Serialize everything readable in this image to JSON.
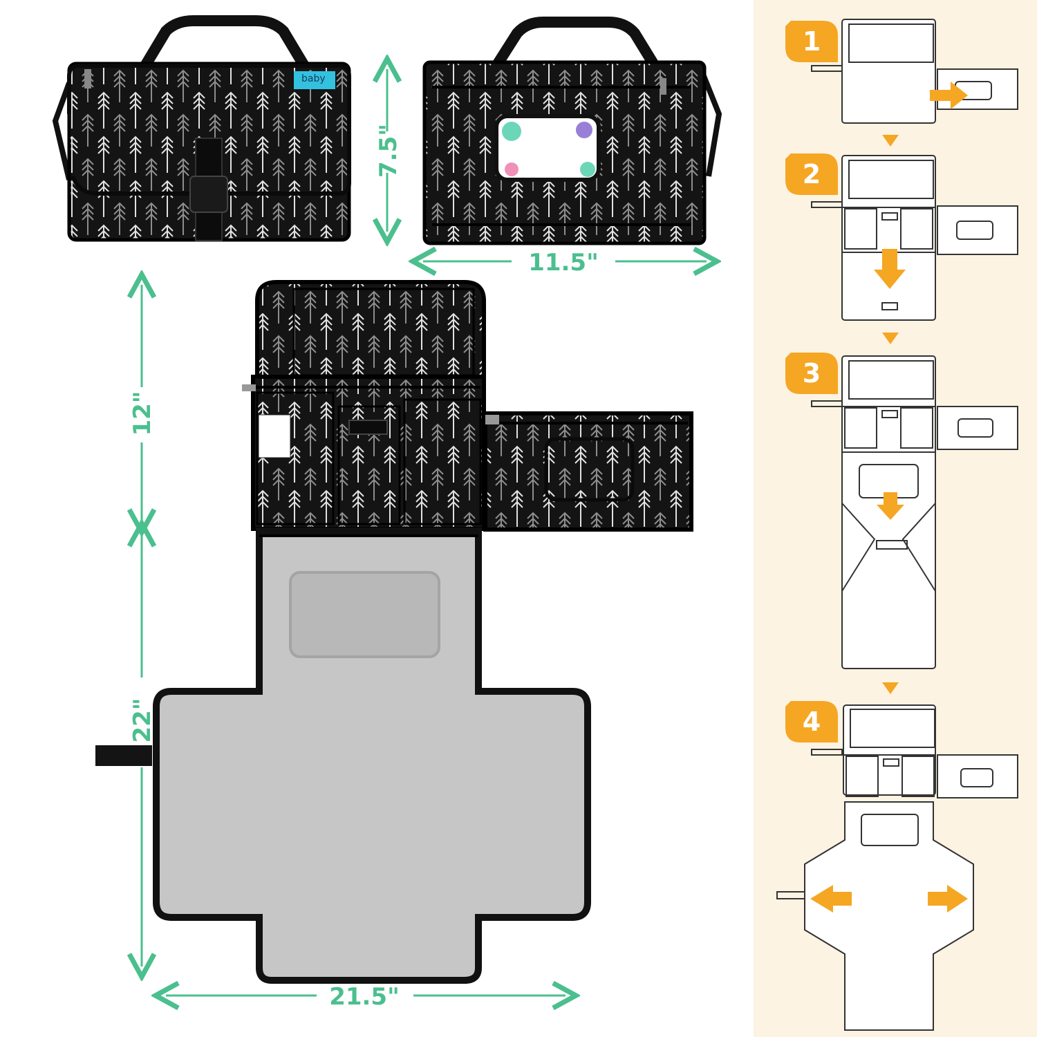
{
  "dimensions": {
    "folded_height": "7.5\"",
    "folded_width": "11.5\"",
    "top_height": "12\"",
    "mat_height": "22\"",
    "mat_width": "21.5\""
  },
  "brand_tag": "baby",
  "steps": [
    {
      "number": "1"
    },
    {
      "number": "2"
    },
    {
      "number": "3"
    },
    {
      "number": "4"
    }
  ],
  "colors": {
    "dimension_green": "#4bbf8e",
    "step_orange": "#f5a623",
    "panel_background": "#fdf3e3",
    "fabric_black": "#141414",
    "mat_grey": "#c4c4c4",
    "arrow_pattern": "#d8d8d8"
  }
}
